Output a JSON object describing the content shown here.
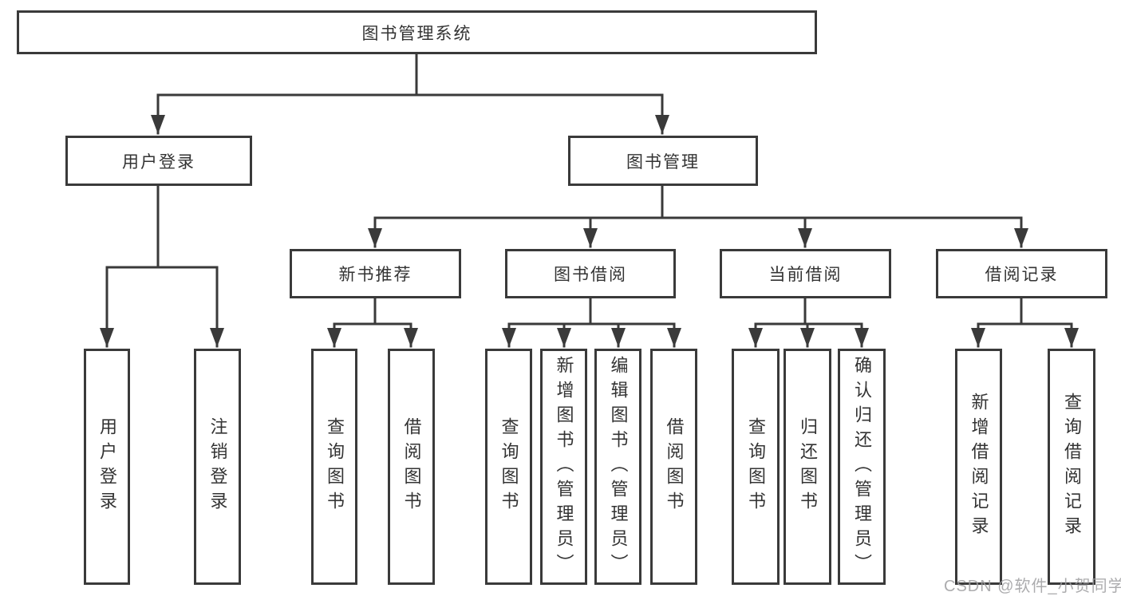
{
  "nodes": {
    "root": "图书管理系统",
    "user_login": "用户登录",
    "book_mgmt": "图书管理",
    "new_books": "新书推荐",
    "book_borrow": "图书借阅",
    "current_borrow": "当前借阅",
    "borrow_records": "借阅记录",
    "leaf_user_login": "用户登录",
    "leaf_logout": "注销登录",
    "leaf_nb_query": "查询图书",
    "leaf_nb_borrow": "借阅图书",
    "leaf_bb_query": "查询图书",
    "leaf_bb_add": "新增图书（管理员）",
    "leaf_bb_edit": "编辑图书（管理员）",
    "leaf_bb_borrow": "借阅图书",
    "leaf_cb_query": "查询图书",
    "leaf_cb_return": "归还图书",
    "leaf_cb_confirm": "确认归还（管理员）",
    "leaf_br_add": "新增借阅记录",
    "leaf_br_query": "查询借阅记录"
  },
  "watermark": "CSDN @软件_小贺同学",
  "colors": {
    "line": "#3a3a3a",
    "text": "#333333",
    "background": "#ffffff",
    "watermark": "#9e9ea0"
  }
}
